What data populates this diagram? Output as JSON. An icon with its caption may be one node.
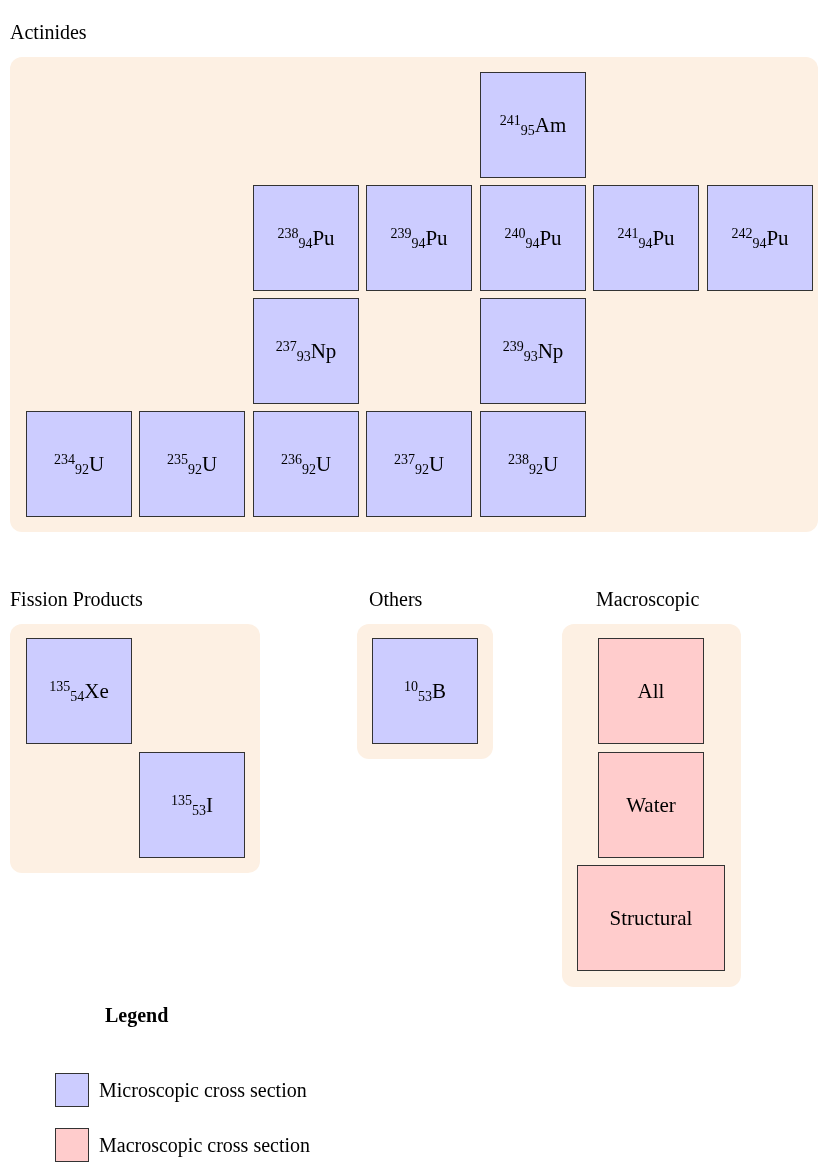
{
  "diagram": {
    "nodes": [
      {
        "text": [
          "Actinides"
        ]
      },
      {
        "text": [
          "$^{241}$$_{95}$Am"
        ],
        "in": 0
      },
      {
        "text": [
          "$^{238}$$_{94}$Pu"
        ],
        "in": 0
      },
      {
        "text": [
          "$^{239}$$_{94}$Pu"
        ],
        "in": 0
      },
      {
        "text": [
          "$^{240}$$_{94}$Pu"
        ],
        "in": 0
      },
      {
        "text": [
          "$^{241}$$_{94}$Pu"
        ],
        "in": 0
      },
      {
        "text": [
          "$^{242}$$_{94}$Pu"
        ],
        "in": 0
      },
      {
        "text": [
          "$^{237}$$_{93}$Np"
        ],
        "in": 0
      },
      {
        "text": [
          "$^{239}$$_{93}$Np"
        ],
        "in": 0
      },
      {
        "text": [
          "$^{234}$$_{92}$U"
        ],
        "in": 0
      },
      {
        "text": [
          "$^{235}$$_{92}$U"
        ],
        "in": 0
      },
      {
        "text": [
          "$^{236}$$_{92}$U"
        ],
        "in": 0
      },
      {
        "text": [
          "$^{237}$$_{92}$U"
        ],
        "in": 0
      },
      {
        "text": [
          "$^{238}$$_{92}$U"
        ],
        "in": 0
      },
      {
        "text": [
          "Fission Products"
        ]
      },
      {
        "text": [
          "$^{135}$$_{54}$Xe"
        ],
        "in": 14
      },
      {
        "text": [
          "$^{135}$$_{53}$I"
        ],
        "in": 14
      },
      {
        "text": [
          "Others"
        ]
      },
      {
        "text": [
          "$^{10}$$_{53}$B"
        ],
        "in": 17
      },
      {
        "text": [
          "Macroscopic"
        ]
      },
      {
        "text": [
          "All"
        ],
        "in": 19
      },
      {
        "text": [
          "Water"
        ],
        "in": 19
      },
      {
        "text": [
          "Structural"
        ],
        "in": 19
      }
    ],
    "labels": [
      "Legend"
    ],
    "legend": [
      {
        "text": "Microscopic cross section",
        "color": "#ccccff"
      },
      {
        "text": "Macroscopic cross section",
        "color": "#ffcccc"
      }
    ]
  }
}
